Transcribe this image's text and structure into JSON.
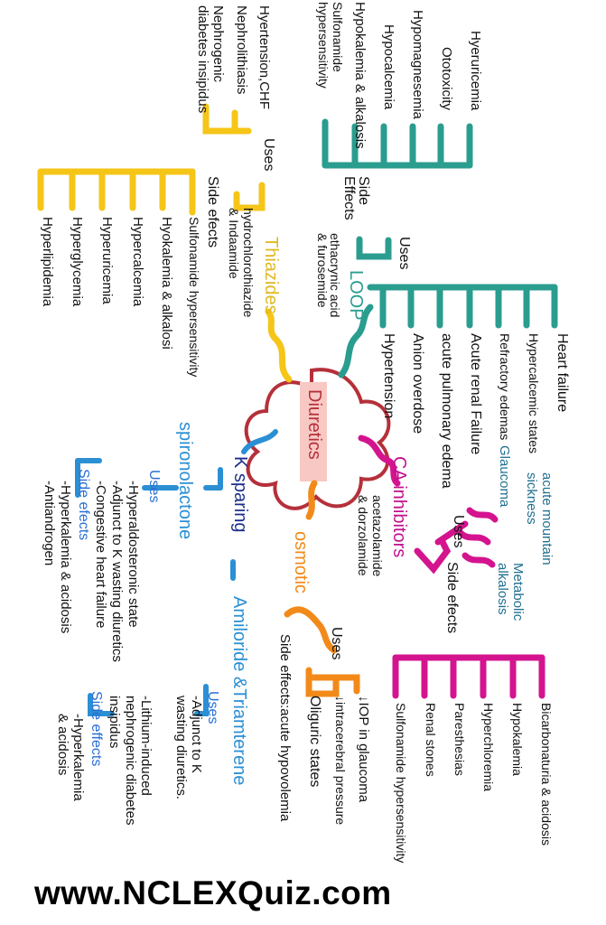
{
  "center": {
    "label": "Diuretics"
  },
  "loop": {
    "title": "LOOP",
    "drugs": "ethacrynic acid\n& furosemide",
    "uses_label": "Uses",
    "uses": [
      "Heart failure",
      "Hypercalcemic states",
      "Refractory edemas",
      "Acute renal Failure",
      "acute pulmonary edema",
      "Anion overdose",
      "Hypertension"
    ],
    "side_effects_label": "Side\nEffects",
    "side_effects": [
      "Hyeruricemia",
      "Ototoxicity",
      "Hypomagnesemia",
      "Hypocalcemia",
      "Hypokalemia & alkalosis",
      "Sulfonamide\nhypersensitivity"
    ]
  },
  "thiazides": {
    "title": "Thiazides",
    "drugs": "hydrochlorothiazide\n& Indaamide",
    "uses_label": "Uses",
    "uses": [
      "Hyertension,CHF",
      "Nephrolithiasis",
      "Nephrogenic\ndiabetes insipidus"
    ],
    "side_effects_label": "Side efects",
    "side_effects": [
      "Sulfonamide hypersensitivity",
      "Hyokalemia & alkalosi",
      "Hypercalcemia",
      "Hyperuricemia",
      "Hyperglycemia",
      "Hyperlipidemia"
    ]
  },
  "ca_inhibitors": {
    "title": "CA inhibitors",
    "drugs": "acetazolamide\n& dorzolamide",
    "uses_label": "Uses",
    "uses": [
      "acute mountain\nsickness",
      "Glaucoma",
      "Metabolic\nalkalosis"
    ],
    "side_effects_label": "Side efects",
    "side_effects": [
      "Bicarbonaturia & acidosis",
      "Hypokalemia",
      "Hyperchloremia",
      "Paresthesias",
      "Renal stones",
      "Sulfonamide hypersensitivity"
    ]
  },
  "osmotic": {
    "title": "osmotic",
    "uses_label": "Uses",
    "uses": [
      "↓IOP in glaucoma",
      "↓intracerebral pressure",
      "Oliguric states"
    ],
    "side_effects": "Side effects:acute hypovolemia"
  },
  "k_sparing": {
    "title": "K sparing",
    "spironolactone": {
      "title": "spironolactone",
      "uses_label": "Uses",
      "uses": [
        "-Hyperaldosteronic state",
        "-Adjunct to K wasting diuretics",
        "-Congestive heart failure"
      ],
      "side_effects_label": "Side efects",
      "side_effects": [
        "-Hyperkalemia & acidosis",
        "-Antiandrogen"
      ]
    },
    "amiloride": {
      "title": "Amiloride &Triamterene",
      "uses_label": "Uses",
      "uses": [
        "-Adjunct to K\nwasting diuretics.",
        "-Lithium-induced\nnephrogenic diabetes\ninsipidus"
      ],
      "side_effects_label": "Side effects",
      "side_effects": [
        "-Hyperkalemia\n& acidosis"
      ]
    }
  },
  "footer": "www.NCLEXQuiz.com",
  "colors": {
    "loop": "#2a9d8f",
    "thiazides": "#f5c518",
    "ca": "#d4148f",
    "osmotic": "#f28a1a",
    "k_sparing": "#2b8fd4",
    "center_border": "#b5303a",
    "center_fill": "#f8c9c4"
  }
}
